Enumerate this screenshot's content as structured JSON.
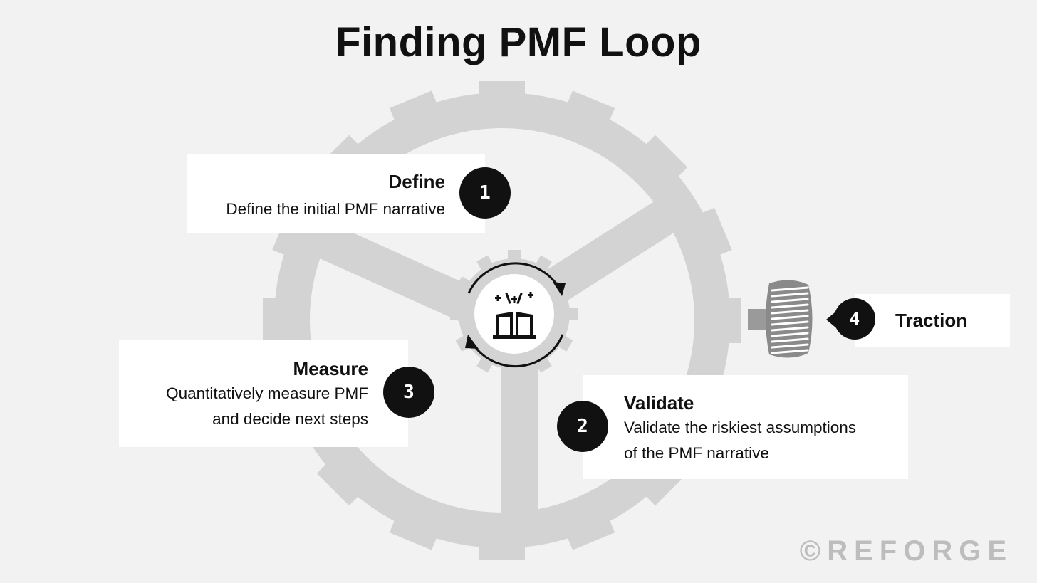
{
  "title": "Finding PMF Loop",
  "steps": [
    {
      "number": "1",
      "heading": "Define",
      "description": "Define the initial PMF narrative"
    },
    {
      "number": "2",
      "heading": "Validate",
      "description_line1": "Validate the riskiest assumptions",
      "description_line2": "of the PMF narrative"
    },
    {
      "number": "3",
      "heading": "Measure",
      "description_line1": "Quantitatively measure PMF",
      "description_line2": "and decide next steps"
    },
    {
      "number": "4",
      "heading": "Traction"
    }
  ],
  "center_icon": "open-book-sparkle-icon",
  "watermark": "©REFORGE",
  "colors": {
    "background": "#f2f2f2",
    "gear": "#d3d3d3",
    "knob": "#8a8a8a",
    "badge": "#111111",
    "card": "#ffffff"
  }
}
